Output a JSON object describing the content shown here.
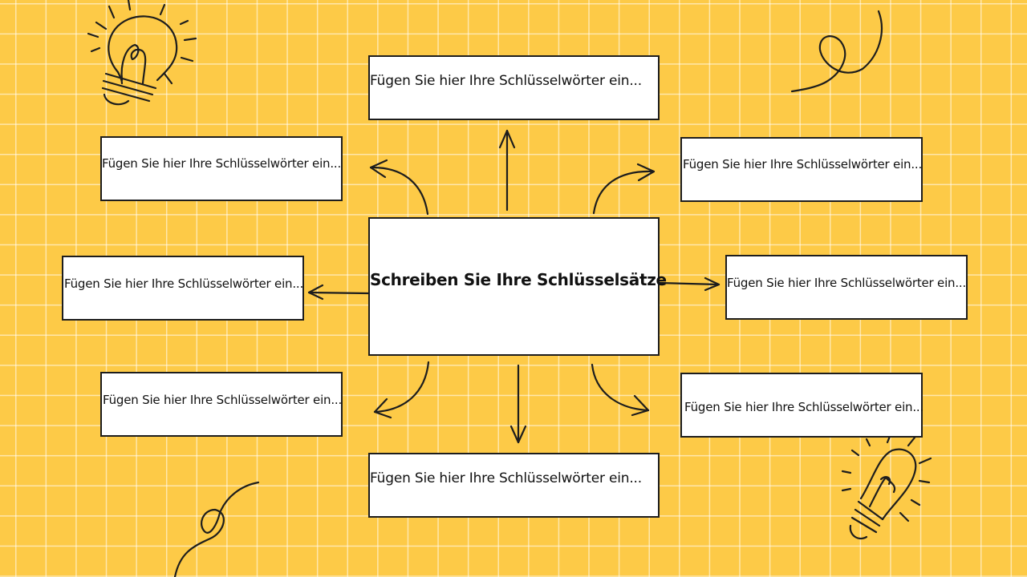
{
  "central": {
    "text": "Schreiben Sie Ihre Schlüsselsätze"
  },
  "nodes": {
    "top": "Fügen Sie hier Ihre Schlüsselwörter ein...",
    "upper_left": "Fügen Sie hier Ihre Schlüsselwörter ein...",
    "upper_right": "Fügen Sie hier Ihre Schlüsselwörter ein...",
    "mid_left": "Fügen Sie hier Ihre Schlüsselwörter ein...",
    "mid_right": "Fügen Sie hier Ihre Schlüsselwörter ein...",
    "lower_left": "Fügen Sie hier Ihre Schlüsselwörter ein...",
    "lower_right": "Fügen Sie hier Ihre Schlüsselwörter ein...",
    "bottom": "Fügen Sie hier Ihre Schlüsselwörter ein..."
  },
  "colors": {
    "background": "#fdca47",
    "grid": "#ffffff",
    "stroke": "#1d1d1d",
    "box_fill": "#ffffff"
  },
  "icons": [
    "lightbulb-icon",
    "lightbulb-icon",
    "squiggle-icon",
    "squiggle-icon",
    "arrow-icon"
  ]
}
